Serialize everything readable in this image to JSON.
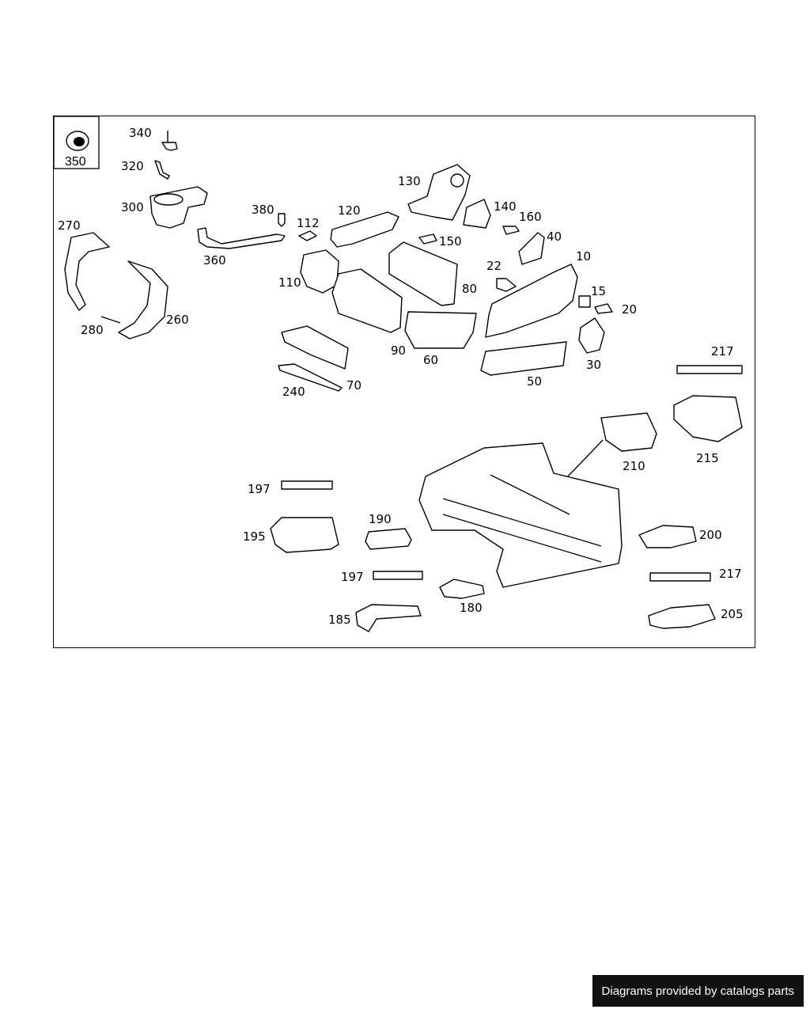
{
  "diagram": {
    "inset_part_number": "350",
    "callouts": [
      "340",
      "320",
      "300",
      "380",
      "360",
      "270",
      "280",
      "260",
      "112",
      "110",
      "120",
      "130",
      "140",
      "160",
      "150",
      "40",
      "10",
      "22",
      "15",
      "20",
      "30",
      "80",
      "90",
      "60",
      "50",
      "240",
      "70",
      "217",
      "215",
      "210",
      "197",
      "195",
      "190",
      "200",
      "185",
      "180",
      "205"
    ]
  },
  "footer": {
    "text": "Diagrams provided by catalogs parts"
  }
}
